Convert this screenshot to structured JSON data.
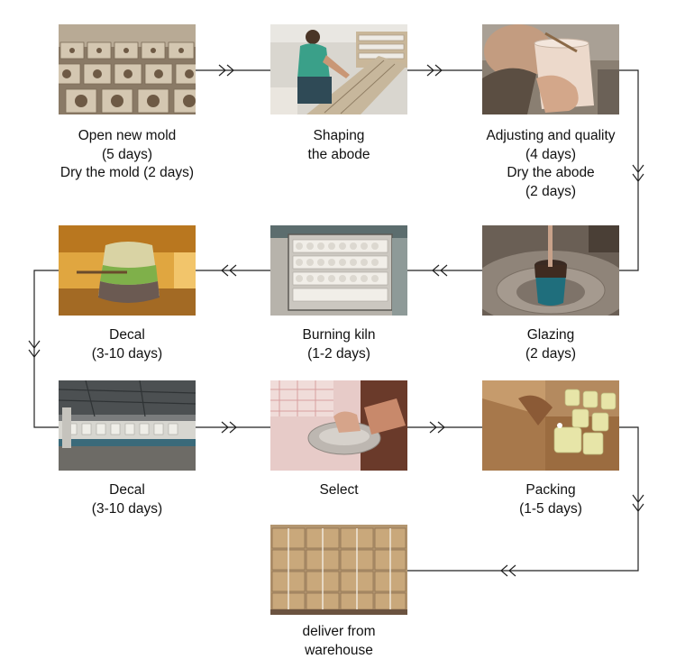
{
  "steps": [
    {
      "id": "open-mold",
      "lines": [
        "Open new mold",
        "(5 days)",
        "Dry the mold (2 days)"
      ],
      "photo": "mold-rows-photo"
    },
    {
      "id": "shaping",
      "lines": [
        "Shaping",
        "the abode"
      ],
      "photo": "worker-shaping-photo"
    },
    {
      "id": "adjusting",
      "lines": [
        "Adjusting and quality",
        "(4 days)",
        "Dry the abode",
        "(2 days)"
      ],
      "photo": "hand-cup-photo"
    },
    {
      "id": "glazing",
      "lines": [
        "Glazing",
        "(2 days)"
      ],
      "photo": "glaze-wheel-photo"
    },
    {
      "id": "burning-kiln",
      "lines": [
        "Burning kiln",
        "(1-2 days)"
      ],
      "photo": "kiln-racks-photo"
    },
    {
      "id": "decal-1",
      "lines": [
        "Decal",
        "(3-10 days)"
      ],
      "photo": "decal-cup-photo"
    },
    {
      "id": "decal-2",
      "lines": [
        "Decal",
        "(3-10 days)"
      ],
      "photo": "factory-line-photo"
    },
    {
      "id": "select",
      "lines": [
        "Select"
      ],
      "photo": "select-plate-photo"
    },
    {
      "id": "packing",
      "lines": [
        "Packing",
        "(1-5 days)"
      ],
      "photo": "packing-cups-photo"
    },
    {
      "id": "deliver",
      "lines": [
        "deliver from",
        "warehouse"
      ],
      "photo": "warehouse-boxes-photo"
    }
  ],
  "colors": {
    "line": "#222222",
    "text": "#111111"
  }
}
